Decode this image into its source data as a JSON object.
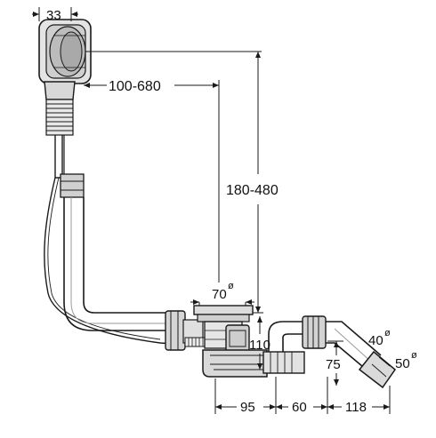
{
  "colors": {
    "line": "#1a1a1a",
    "part_fill": "#d8d8d8",
    "part_light": "#ececec",
    "background": "#ffffff"
  },
  "dimensions": {
    "d33": "33",
    "d100_680": "100-680",
    "d180_480": "180-480",
    "d70": "70",
    "d110": "110",
    "d75": "75",
    "d40": "40",
    "d50": "50",
    "d95": "95",
    "d60": "60",
    "d118": "118",
    "diameter_symbol": "ø"
  }
}
